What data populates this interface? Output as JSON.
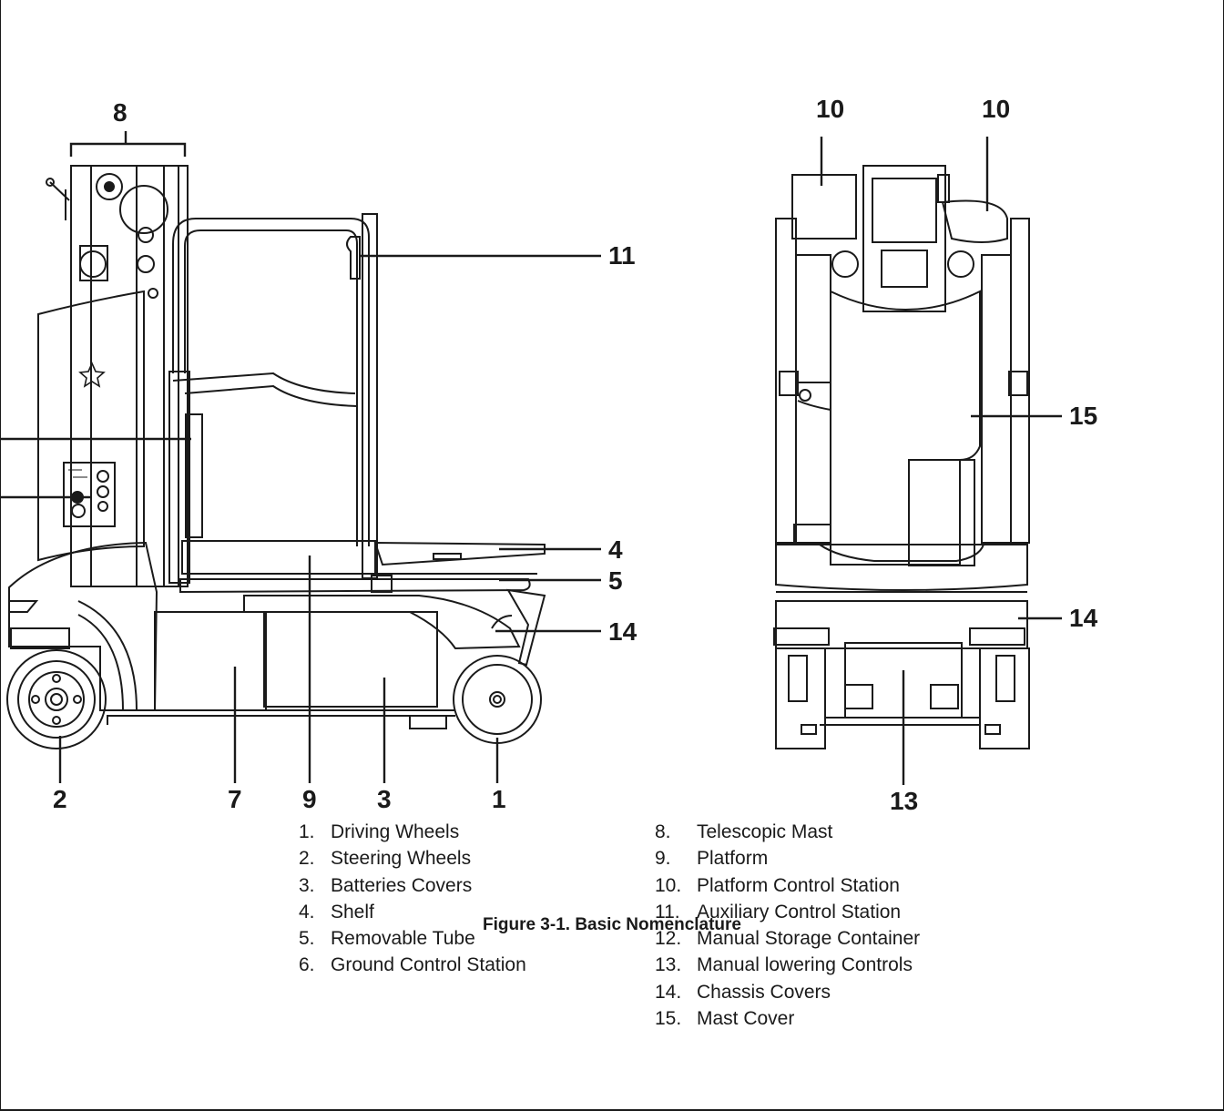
{
  "callouts": {
    "c8": "8",
    "c11": "11",
    "c4": "4",
    "c5": "5",
    "c14_left": "14",
    "c2": "2",
    "c7": "7",
    "c9": "9",
    "c3": "3",
    "c1": "1",
    "c10_left": "10",
    "c10_right": "10",
    "c15": "15",
    "c14_right": "14",
    "c13": "13"
  },
  "legend_left": [
    {
      "num": "1.",
      "label": "Driving Wheels"
    },
    {
      "num": "2.",
      "label": "Steering Wheels"
    },
    {
      "num": "3.",
      "label": "Batteries Covers"
    },
    {
      "num": "4.",
      "label": "Shelf"
    },
    {
      "num": "5.",
      "label": "Removable Tube"
    },
    {
      "num": "6.",
      "label": "Ground Control Station"
    }
  ],
  "legend_right": [
    {
      "num": "8.",
      "label": "Telescopic Mast"
    },
    {
      "num": "9.",
      "label": "Platform"
    },
    {
      "num": "10.",
      "label": "Platform Control Station"
    },
    {
      "num": "11.",
      "label": "Auxiliary Control Station"
    },
    {
      "num": "12.",
      "label": "Manual Storage Container"
    },
    {
      "num": "13.",
      "label": "Manual lowering Controls"
    },
    {
      "num": "14.",
      "label": "Chassis Covers"
    },
    {
      "num": "15.",
      "label": "Mast Cover"
    }
  ],
  "caption": "Figure 3-1. Basic Nomenclature"
}
